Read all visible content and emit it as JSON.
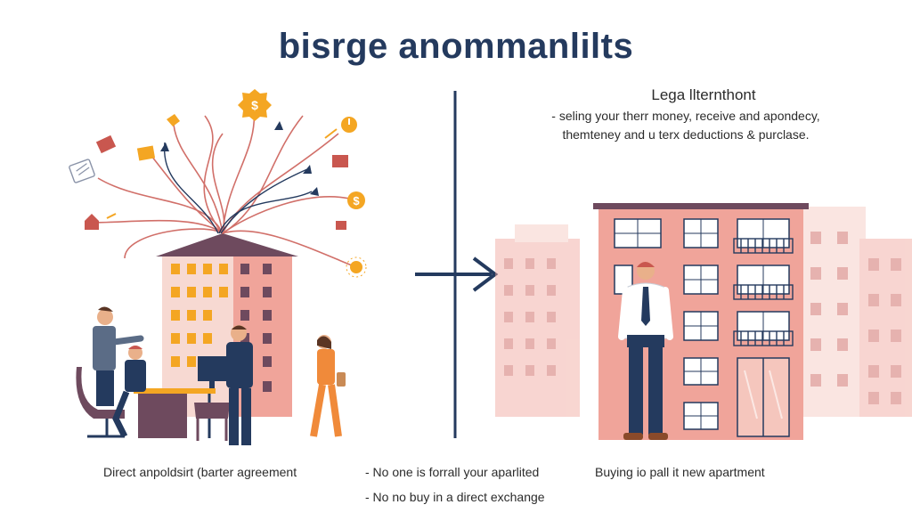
{
  "title": "bisrge anommanlilts",
  "right_panel": {
    "heading": "Lega llternthont",
    "lines": [
      "- seling your therr money, receive and apondecy,",
      "themteney and u terx deductions & purclase."
    ]
  },
  "captions": {
    "left": "Direct anpoldsirt (barter agreement",
    "middle": [
      "- No one is forrall your aparlited",
      "- No no buy in a direct exchange"
    ],
    "right": "Buying io pall it new apartment"
  },
  "icons": [
    "dollar-coin-icon",
    "document-icon",
    "house-icon",
    "arrow-icon",
    "lightbulb-icon",
    "clock-icon",
    "wallet-icon"
  ],
  "colors": {
    "navy": "#243a5e",
    "building_salmon": "#f0a49a",
    "roof": "#6e4a5e",
    "accent_orange": "#f4a623",
    "string_red": "#c9574f"
  }
}
